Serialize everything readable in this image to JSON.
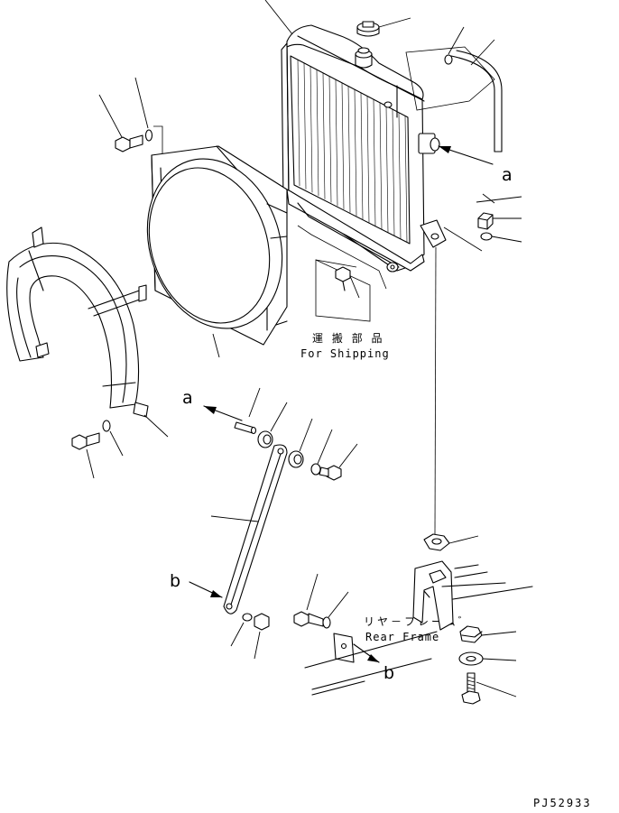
{
  "labels": {
    "a_top": "a",
    "a_left": "a",
    "b_left": "b",
    "b_bottom": "b"
  },
  "notes": {
    "shipping_jp": "運 搬 部 品",
    "shipping_en": "For Shipping",
    "rear_frame_jp": "リヤ－フレーム゛",
    "rear_frame_en": "Rear Frame"
  },
  "drawing_code": "PJ52933"
}
